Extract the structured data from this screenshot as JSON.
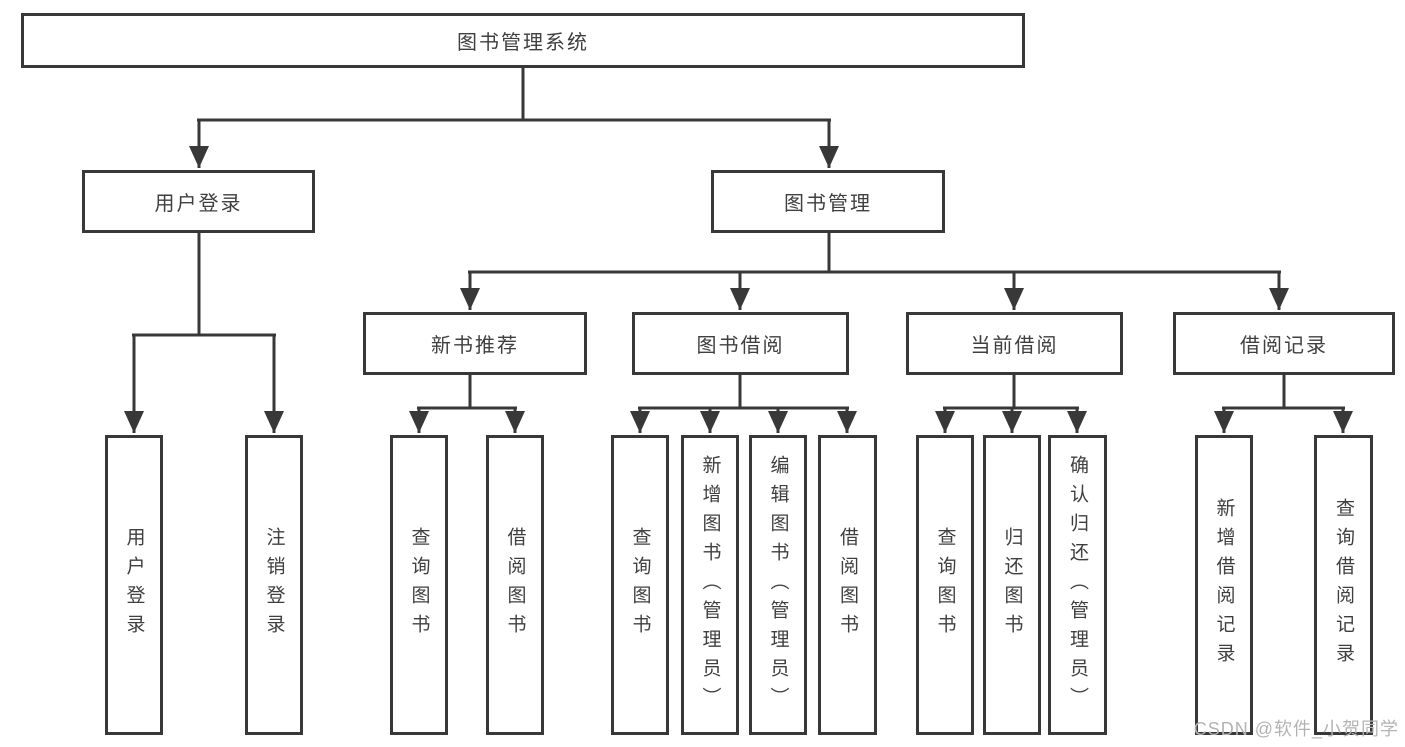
{
  "diagram": {
    "root": {
      "label": "图书管理系统"
    },
    "level2": [
      {
        "label": "用户登录"
      },
      {
        "label": "图书管理"
      }
    ],
    "level3": [
      {
        "label": "新书推荐"
      },
      {
        "label": "图书借阅"
      },
      {
        "label": "当前借阅"
      },
      {
        "label": "借阅记录"
      }
    ],
    "leaves": {
      "user_login": [
        "用户登录",
        "注销登录"
      ],
      "new_book": [
        "查询图书",
        "借阅图书"
      ],
      "book_borrow": [
        "查询图书",
        "新增图书（管理员）",
        "编辑图书（管理员）",
        "借阅图书"
      ],
      "current_borrow": [
        "查询图书",
        "归还图书",
        "确认归还（管理员）"
      ],
      "borrow_record": [
        "新增借阅记录",
        "查询借阅记录"
      ]
    }
  },
  "watermark": "CSDN @软件_小贺同学",
  "colors": {
    "line": "#383838",
    "text": "#3f3f3f",
    "background": "#ffffff",
    "watermark": "#b3b3b3"
  }
}
